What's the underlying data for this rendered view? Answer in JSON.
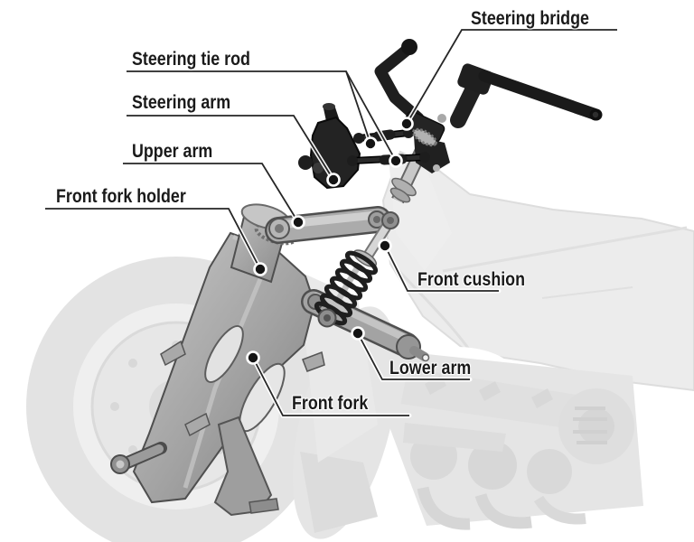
{
  "diagram": {
    "labels": [
      {
        "id": "steering-bridge",
        "text": "Steering bridge"
      },
      {
        "id": "steering-tie-rod",
        "text": "Steering tie rod"
      },
      {
        "id": "steering-arm",
        "text": "Steering arm"
      },
      {
        "id": "upper-arm",
        "text": "Upper arm"
      },
      {
        "id": "front-fork-holder",
        "text": "Front fork holder"
      },
      {
        "id": "front-cushion",
        "text": "Front cushion"
      },
      {
        "id": "lower-arm",
        "text": "Lower arm"
      },
      {
        "id": "front-fork",
        "text": "Front fork"
      }
    ],
    "colors": {
      "background": "#ffffff",
      "label_text": "#1a1a1a",
      "leader_line": "#262626",
      "marker_fill": "#141414",
      "marker_ring": "#ffffff",
      "black_parts": "#1f1f1f",
      "metal_parts": "#a6a6a6",
      "faded_background": "#e7e7e7"
    }
  }
}
